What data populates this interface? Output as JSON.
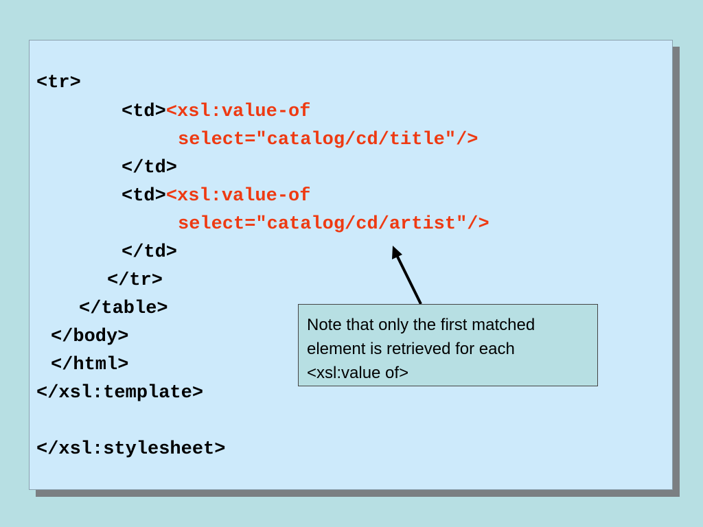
{
  "code": {
    "line1": "<tr>",
    "line2_tag": "<td>",
    "line2_xsl": "<xsl:value-of",
    "line3": "select=\"catalog/cd/title\"/>",
    "line4": "</td>",
    "line5_tag": "<td>",
    "line5_xsl": "<xsl:value-of",
    "line6": "select=\"catalog/cd/artist\"/>",
    "line7": "</td>",
    "line8": "</tr>",
    "line9": "</table>",
    "line10": "</body>",
    "line11": "</html>",
    "line12": "</xsl:template>",
    "line13": "</xsl:stylesheet>"
  },
  "callout": {
    "line1": "Note that only the first matched",
    "line2": "element is retrieved for each",
    "line3": "<xsl:value of>"
  },
  "colors": {
    "background": "#b7dfe3",
    "panel": "#cdeafb",
    "highlight": "#ee3a12",
    "shadow": "#7b7f82"
  }
}
